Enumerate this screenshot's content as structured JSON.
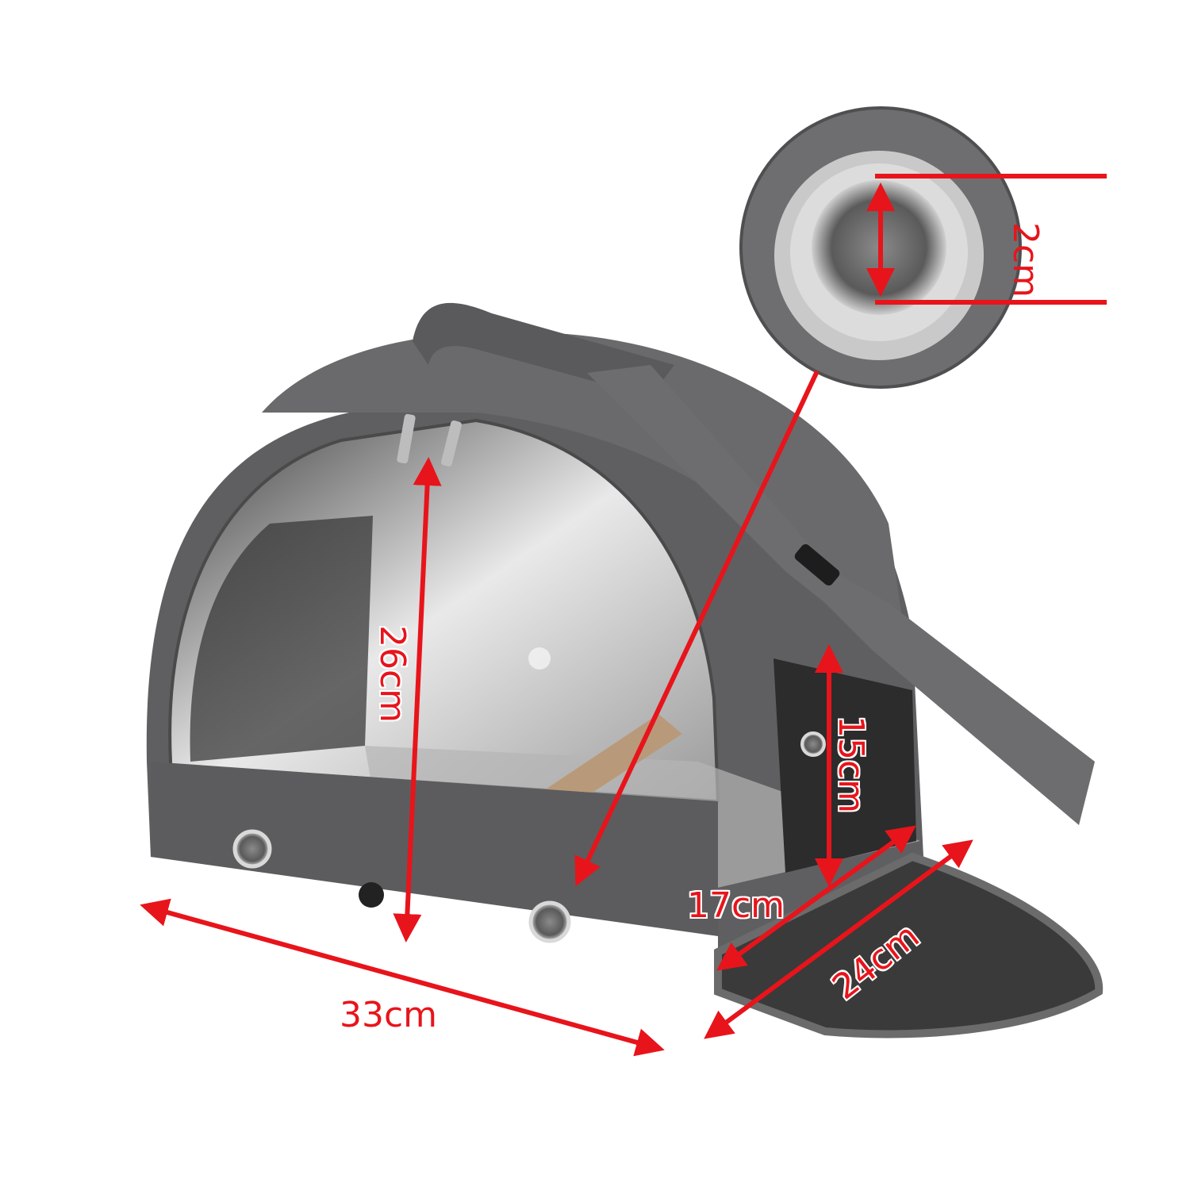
{
  "product": {
    "name": "pet carrier bag",
    "color": "#5f5f61",
    "accent_color": "#e8141b"
  },
  "dimensions": {
    "length": "33cm",
    "height": "26cm",
    "door_height": "15cm",
    "door_width": "17cm",
    "flap_length": "24cm",
    "vent_hole_diameter": "2cm"
  }
}
